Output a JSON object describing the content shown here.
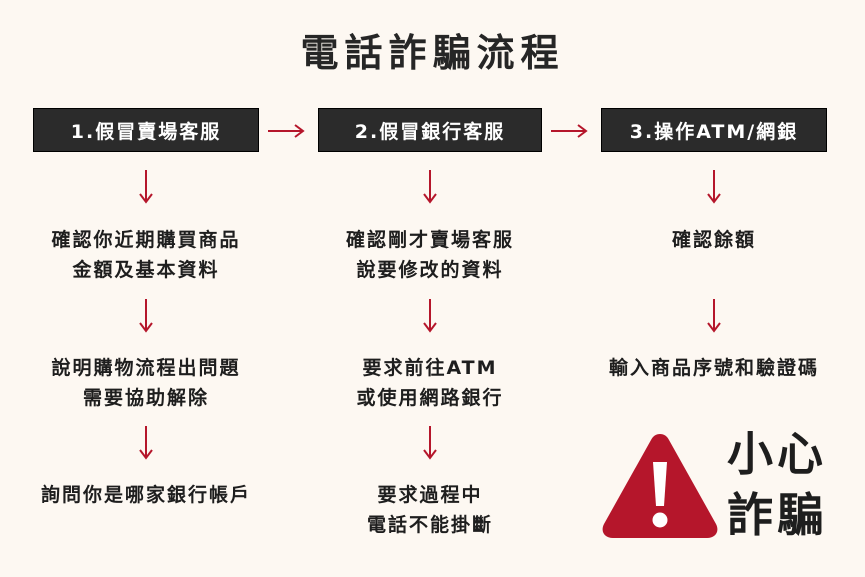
{
  "title": "電話詐騙流程",
  "steps": [
    {
      "label": "1.假冒賣場客服",
      "items": [
        [
          "確認你近期購買商品",
          "金額及基本資料"
        ],
        [
          "說明購物流程出問題",
          "需要協助解除"
        ],
        [
          "詢問你是哪家銀行帳戶"
        ]
      ]
    },
    {
      "label": "2.假冒銀行客服",
      "items": [
        [
          "確認剛才賣場客服",
          "說要修改的資料"
        ],
        [
          "要求前往ATM",
          "或使用網路銀行"
        ],
        [
          "要求過程中",
          "電話不能掛斷"
        ]
      ]
    },
    {
      "label": "3.操作ATM/網銀",
      "items": [
        [
          "確認餘額"
        ],
        [
          "輸入商品序號和驗證碼"
        ]
      ]
    }
  ],
  "warning": {
    "line1": "小心",
    "line2": "詐騙",
    "icon": "exclamation-triangle-icon"
  },
  "colors": {
    "accent": "#b5162b",
    "box": "#2b2b2b",
    "background": "#fdf8f2"
  }
}
